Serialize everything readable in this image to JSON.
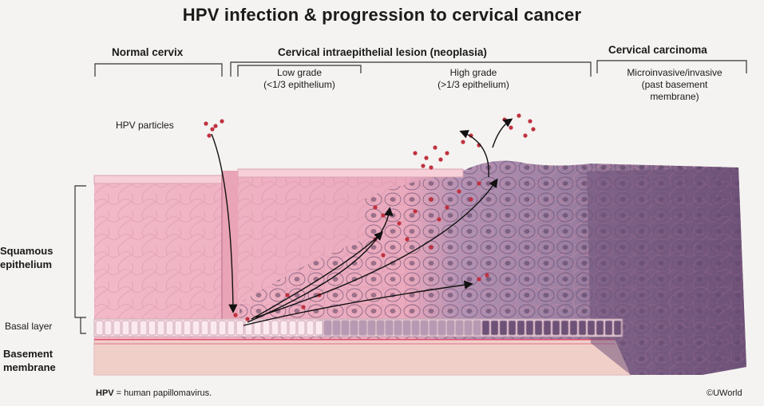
{
  "title": "HPV infection & progression to cervical cancer",
  "sections": {
    "normal": "Normal cervix",
    "lesion": "Cervical intraepithelial lesion (neoplasia)",
    "carcinoma": "Cervical carcinoma"
  },
  "subsections": {
    "low_grade": [
      "Low grade",
      "(<1/3 epithelium)"
    ],
    "high_grade": [
      "High grade",
      "(>1/3 epithelium)"
    ],
    "invasive": [
      "Microinvasive/invasive",
      "(past basement",
      "membrane)"
    ]
  },
  "labels": {
    "hpv_particles": "HPV particles",
    "squamous": [
      "Squamous",
      "epithelium"
    ],
    "basal_layer": "Basal layer",
    "basement": [
      "Basement",
      "membrane"
    ]
  },
  "footer": {
    "abbrev_bold": "HPV",
    "abbrev_rest": " = human papillomavirus.",
    "copyright": "©UWorld"
  },
  "colors": {
    "normal_tissue": "#f2b9c8",
    "lesion_tissue": "#a98aaa",
    "carcinoma_tissue": "#6f5279",
    "virus": "#c0313f",
    "basement": "#e05070"
  }
}
